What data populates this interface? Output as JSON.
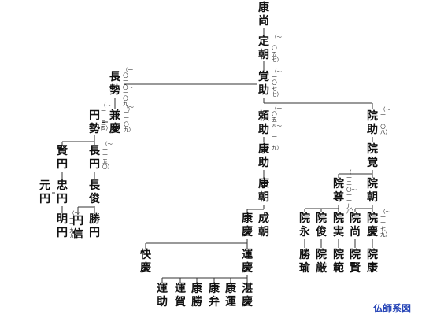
{
  "caption": "仏師系図",
  "names": {
    "kosho": "康尚",
    "jocho": "定朝",
    "kakujo": "覚助",
    "chosei": "長勢",
    "kenkei": "兼慶",
    "ensei": "円勢",
    "raijo": "頼助",
    "injo": "院助",
    "kenen": "賢円",
    "choen": "長円",
    "chuen": "忠円",
    "genen": "元円",
    "choshun": "長俊",
    "myoen": "明円",
    "enshin": "円信",
    "shoen": "勝円",
    "kojo": "康助",
    "kocho": "康朝",
    "inkaku": "院覚",
    "inson": "院尊",
    "incho": "院朝",
    "kokei": "康慶",
    "seicho": "成朝",
    "inei": "院永",
    "inshun": "院俊",
    "injitsu": "院実",
    "insho": "院尚",
    "inkei": "院慶",
    "shoyu": "勝瑜",
    "ingen": "院厳",
    "inhan": "院範",
    "inken": "院賢",
    "inko": "院康",
    "kaikei": "快慶",
    "unkei": "運慶",
    "unjo": "運助",
    "unga": "運賀",
    "kosho2": "康勝",
    "koben": "康弁",
    "koun": "康運",
    "tankei": "湛慶"
  },
  "dates": {
    "jocho": "（〜一〇五七）",
    "kakujo": "（〜一〇七七）",
    "chosei": "（一〇一〇〜一〇九一）",
    "kenkei": "（〜一一〇九）",
    "ensei": "（〜一一三四）",
    "raijo": "（一〇五四〜一一一九）",
    "choen": "（〜一一五〇）",
    "enshin": "（〜一一九九）",
    "injo": "（〜一一〇八）",
    "inson": "（一一二〇〜一一九八）",
    "inkei": "（〜一一七九）"
  }
}
